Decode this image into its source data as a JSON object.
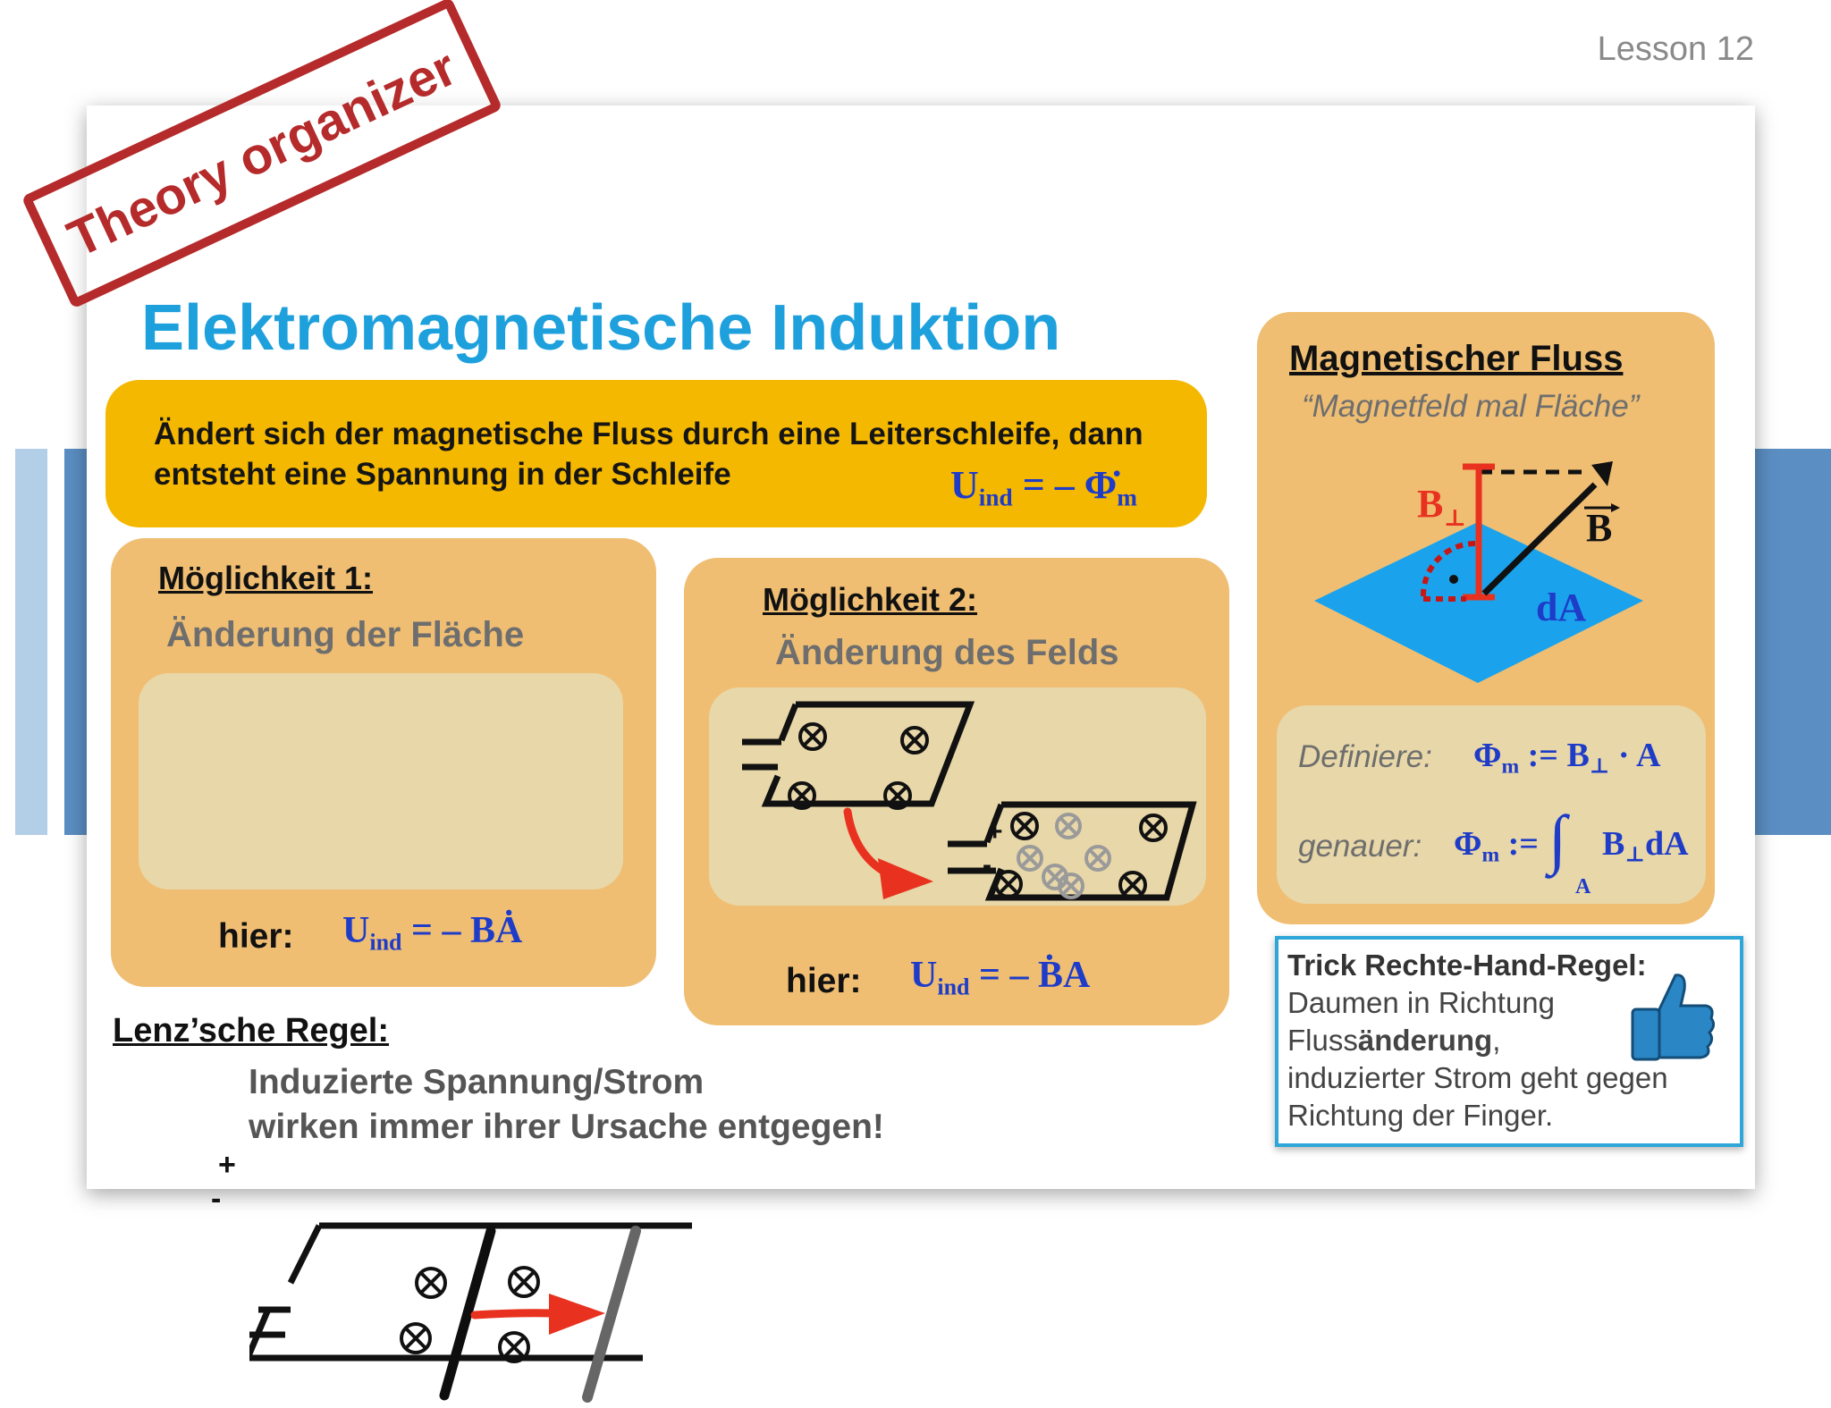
{
  "lesson": "Lesson 12",
  "stamp": "Theory organizer",
  "title": "Elektromagnetische Induktion",
  "definition": {
    "line1": "Ändert sich der magnetische Fluss durch eine Leiterschleife, dann",
    "line2": "entsteht eine Spannung in der Schleife",
    "formula_main": "U",
    "formula_sub": "ind",
    "formula_rest": " = – Φ̇",
    "formula_sub2": "m"
  },
  "option1": {
    "heading": "Möglichkeit 1:",
    "subtitle": "Änderung der Fläche",
    "hier": "hier:",
    "formula_main": "U",
    "formula_sub": "ind",
    "formula_rest": " = – BȦ"
  },
  "option2": {
    "heading": "Möglichkeit 2:",
    "subtitle": "Änderung des Felds",
    "hier": "hier:",
    "formula_main": "U",
    "formula_sub": "ind",
    "formula_rest": " = – ḂA"
  },
  "flux": {
    "heading": "Magnetischer Fluss",
    "quote": "“Magnetfeld mal Fläche”",
    "label_bperp": "B",
    "label_perp": "⊥",
    "label_b": "B",
    "label_da": "dA",
    "define_label": "Definiere:",
    "define_formula": "Φ",
    "define_sub": "m",
    "define_rest": " := B",
    "define_sub2": "⊥",
    "define_rest2": " · A",
    "precise_label": "genauer:",
    "precise_formula": "Φ",
    "precise_sub": "m",
    "precise_rest": " :=",
    "integral": "∫",
    "integral_sub": "A",
    "integrand": "B",
    "integrand_sub": "⊥",
    "integrand_rest": "dA"
  },
  "lenz": {
    "heading": "Lenz’sche Regel:",
    "line1": "Induzierte Spannung/Strom",
    "line2": "wirken immer ihrer Ursache entgegen!"
  },
  "trick": {
    "title": "Trick Rechte-Hand-Regel:",
    "line1": "Daumen in Richtung",
    "line2_pre": "Fluss",
    "line2_bold": "änderung",
    "line2_post": ",",
    "line3": "induzierter Strom geht gegen",
    "line4": "Richtung der Finger."
  },
  "plus_sign": "+",
  "minus_sign": "-",
  "colors": {
    "title_blue": "#1ea0dd",
    "yellow": "#f5b800",
    "orange": "#efbe73",
    "beige": "#e8d7a8",
    "formula_blue": "#1e3cc8",
    "stamp_red": "#b52a2a",
    "arrow_red": "#e8321f",
    "plane_blue": "#1aa3ec"
  }
}
